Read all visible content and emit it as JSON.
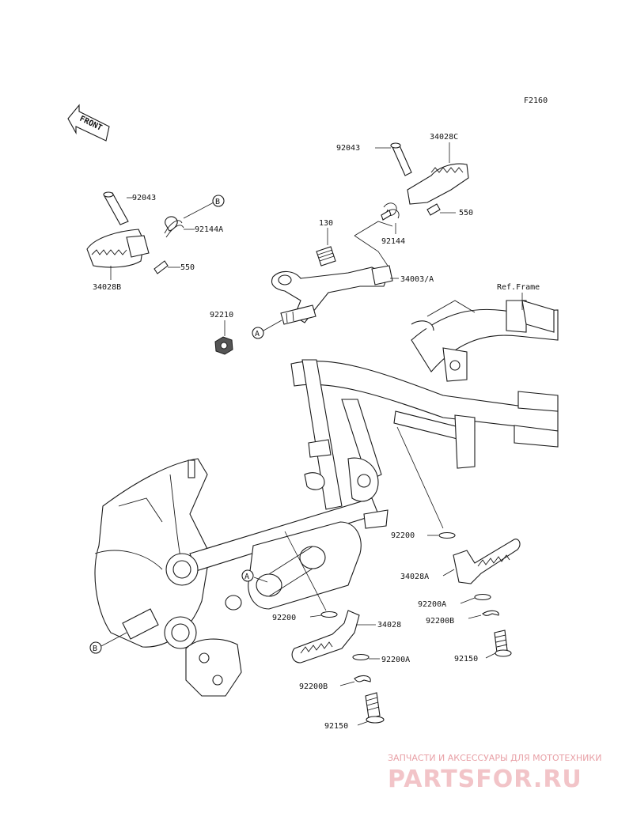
{
  "diagram_code": "F2160",
  "front_arrow_label": "FRONT",
  "frame_ref_label": "Ref.Frame",
  "callouts": {
    "a_upper": "A",
    "b_upper": "B",
    "a_lower": "A",
    "b_lower": "B"
  },
  "part_labels": {
    "p92043_left": "92043",
    "p92144A": "92144A",
    "p550_left": "550",
    "p34028B": "34028B",
    "p130": "130",
    "p92144": "92144",
    "p34003A": "34003/A",
    "p92210": "92210",
    "p92043_right": "92043",
    "p34028C": "34028C",
    "p550_right": "550",
    "p92200_upper": "92200",
    "p34028A": "34028A",
    "p92200A_right": "92200A",
    "p92200B_right": "92200B",
    "p92150_right": "92150",
    "p92200_lower": "92200",
    "p34028": "34028",
    "p92200A_lower": "92200A",
    "p92200B_lower": "92200B",
    "p92150_lower": "92150"
  },
  "watermark": {
    "tagline": "ЗАПЧАСТИ И АКСЕССУАРЫ ДЛЯ МОТОТЕХНИКИ",
    "brand": "PARTSFOR.RU"
  },
  "colors": {
    "line": "#1a1a1a",
    "watermark": "#e8a0a6"
  }
}
